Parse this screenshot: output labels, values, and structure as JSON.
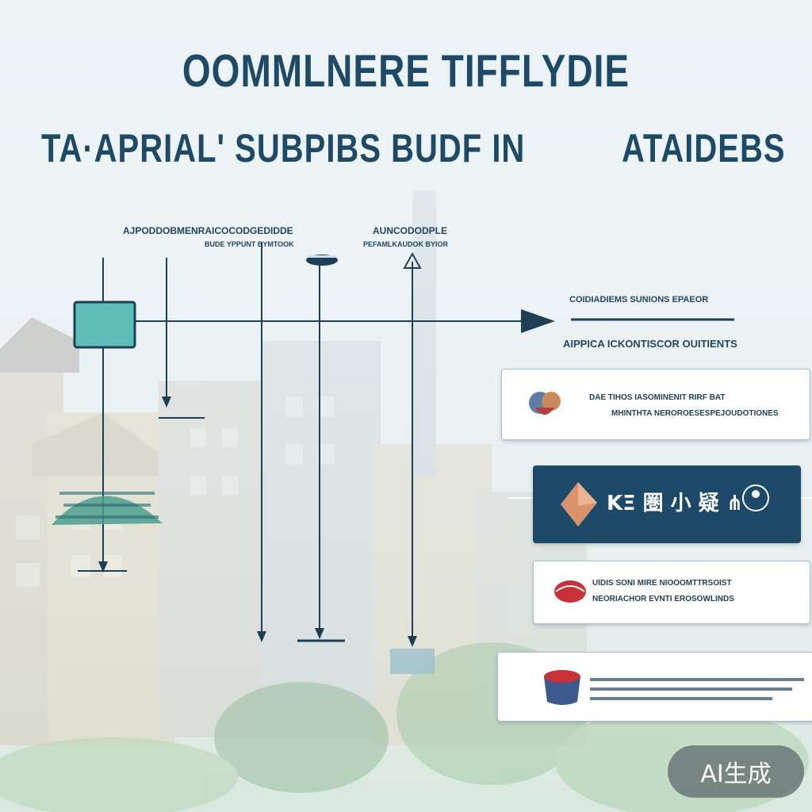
{
  "title": "OOMMLNERE TIFFLYDIE",
  "subtitle": {
    "left": "TA·APRIAL' SUBPIBS BUDF IN",
    "right": "ATAIDEBS"
  },
  "labels": {
    "top_left_1": "AJPODDOBMENRAICOCODGEDIDDE",
    "top_left_2": "BUDE YPPUNT BYMTOOK",
    "top_right_1": "AUNCODODPLE",
    "top_right_2": "PEFAMLKAUDOK BYIOR",
    "right_heading": "COIDIADIEMS SUNIONS EPAEOR",
    "right_sub": "AIPPICA ICKONTISCOR OUITIENTS"
  },
  "cards": [
    {
      "line1": "DAE TIHOS IASOMINENIT RIRF BAT",
      "line2": "MHINTHTA NEROROESESPEJOUDOTIONES"
    },
    {
      "line1": "ΚΞ 圏 小 疑 ⋔",
      "line2": ""
    },
    {
      "line1": "UIDIS SONI MIRE NIOOOMTTRSOIST",
      "line2": "NEORIACHOR EVNTI EROSOWLINDS"
    },
    {
      "line1": "",
      "line2": ""
    }
  ],
  "badge": "AI生成",
  "colors": {
    "accent": "#1f4a66",
    "teal": "#4fb3b0",
    "card_dark": "#1e4a6a"
  }
}
